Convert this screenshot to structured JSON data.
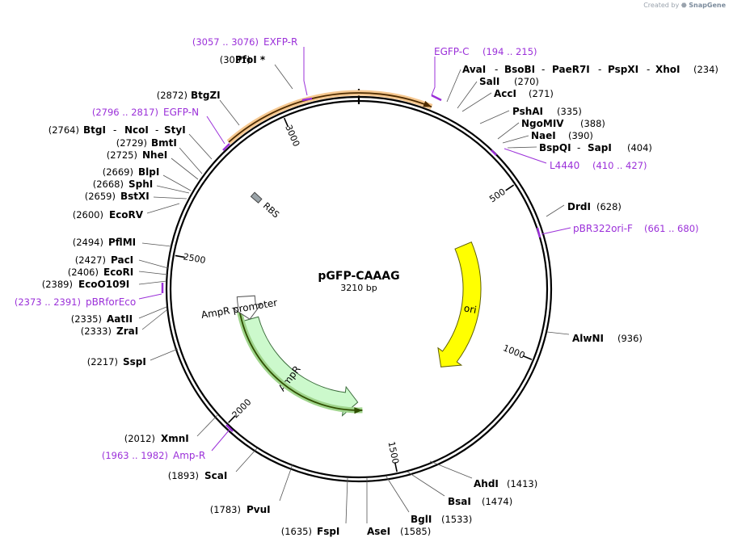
{
  "watermark": {
    "created_by": "Created by",
    "brand": "SnapGene"
  },
  "plasmid": {
    "name": "pGFP-CAAAG",
    "length": 3210,
    "length_label": "3210 bp"
  },
  "ticks": [
    {
      "bp": 500,
      "label": "500"
    },
    {
      "bp": 1000,
      "label": "1000"
    },
    {
      "bp": 1500,
      "label": "1500"
    },
    {
      "bp": 2000,
      "label": "2000"
    },
    {
      "bp": 2500,
      "label": "2500"
    },
    {
      "bp": 3000,
      "label": "3000"
    }
  ],
  "features": [
    {
      "name": "",
      "start": 2840,
      "end": 194,
      "radius": 243,
      "color": "#f6c890",
      "stroke": "#4d2b00",
      "kind": "arc",
      "direction": 1
    },
    {
      "name": "ori",
      "start": 600,
      "end": 1190,
      "radius": 140,
      "color": "#ffff00",
      "stroke": "#606000",
      "kind": "arrow",
      "direction": 1
    },
    {
      "name": "AmpR",
      "start": 1610,
      "end": 2270,
      "radius": 140,
      "color": "#ccf9cc",
      "stroke": "#3a6b3a",
      "kind": "arrow",
      "direction": -1
    },
    {
      "name": "",
      "start": 1590,
      "end": 2320,
      "radius": 150,
      "color": "#9fd48c",
      "stroke": "#2f4f00",
      "kind": "arc",
      "direction": -1
    },
    {
      "name": "AmpR promoter",
      "start": 2270,
      "end": 2375,
      "radius": 140,
      "color": "#ffffff",
      "stroke": "#555555",
      "kind": "arrow",
      "direction": -1
    },
    {
      "name": "RBS",
      "start": 2770,
      "end": 2790,
      "radius": 170,
      "color": "#9aa3a8",
      "stroke": "#444444",
      "kind": "box",
      "direction": 0
    }
  ],
  "sites": [
    {
      "name": "PfoI *",
      "pos": "(3031)",
      "parts": []
    },
    {
      "name": "BtgZI",
      "pos": "(2872)",
      "parts": []
    },
    {
      "name": "BtgI",
      "pos": "(2764)",
      "parts": [
        "NcoI",
        "StyI"
      ]
    },
    {
      "name": "BmtI",
      "pos": "(2729)",
      "parts": []
    },
    {
      "name": "NheI",
      "pos": "(2725)",
      "parts": []
    },
    {
      "name": "BlpI",
      "pos": "(2669)",
      "parts": []
    },
    {
      "name": "SphI",
      "pos": "(2668)",
      "parts": []
    },
    {
      "name": "BstXI",
      "pos": "(2659)",
      "parts": []
    },
    {
      "name": "EcoRV",
      "pos": "(2600)",
      "parts": []
    },
    {
      "name": "PflMI",
      "pos": "(2494)",
      "parts": []
    },
    {
      "name": "PacI",
      "pos": "(2427)",
      "parts": []
    },
    {
      "name": "EcoRI",
      "pos": "(2406)",
      "parts": []
    },
    {
      "name": "EcoO109I",
      "pos": "(2389)",
      "parts": []
    },
    {
      "name": "AatII",
      "pos": "(2335)",
      "parts": []
    },
    {
      "name": "ZraI",
      "pos": "(2333)",
      "parts": []
    },
    {
      "name": "SspI",
      "pos": "(2217)",
      "parts": []
    },
    {
      "name": "XmnI",
      "pos": "(2012)",
      "parts": []
    },
    {
      "name": "ScaI",
      "pos": "(1893)",
      "parts": []
    },
    {
      "name": "PvuI",
      "pos": "(1783)",
      "parts": []
    },
    {
      "name": "FspI",
      "pos": "(1635)",
      "parts": []
    },
    {
      "name": "AseI",
      "pos": "(1585)",
      "parts": []
    },
    {
      "name": "BglI",
      "pos": "(1533)",
      "parts": []
    },
    {
      "name": "BsaI",
      "pos": "(1474)",
      "parts": []
    },
    {
      "name": "AhdI",
      "pos": "(1413)",
      "parts": []
    },
    {
      "name": "AlwNI",
      "pos": "(936)",
      "parts": []
    },
    {
      "name": "DrdI",
      "pos": "(628)",
      "parts": []
    },
    {
      "name": "BspQI",
      "pos": "(404)",
      "parts": [
        "SapI"
      ]
    },
    {
      "name": "NaeI",
      "pos": "(390)",
      "parts": []
    },
    {
      "name": "NgoMIV",
      "pos": "(388)",
      "parts": []
    },
    {
      "name": "PshAI",
      "pos": "(335)",
      "parts": []
    },
    {
      "name": "AccI",
      "pos": "(271)",
      "parts": []
    },
    {
      "name": "SalI",
      "pos": "(270)",
      "parts": []
    },
    {
      "name": "AvaI",
      "pos": "(234)",
      "parts": [
        "BsoBI",
        "PaeR7I",
        "PspXI",
        "XhoI"
      ]
    }
  ],
  "primers": [
    {
      "name": "EXFP-R",
      "range": "(3057 .. 3076)"
    },
    {
      "name": "EGFP-N",
      "range": "(2796 .. 2817)"
    },
    {
      "name": "pBRforEco",
      "range": "(2373 .. 2391)"
    },
    {
      "name": "Amp-R",
      "range": "(1963 .. 1982)"
    },
    {
      "name": "EGFP-C",
      "range": "(194 .. 215)"
    },
    {
      "name": "L4440",
      "range": "(410 .. 427)"
    },
    {
      "name": "pBR322ori-F",
      "range": "(661 .. 680)"
    }
  ]
}
